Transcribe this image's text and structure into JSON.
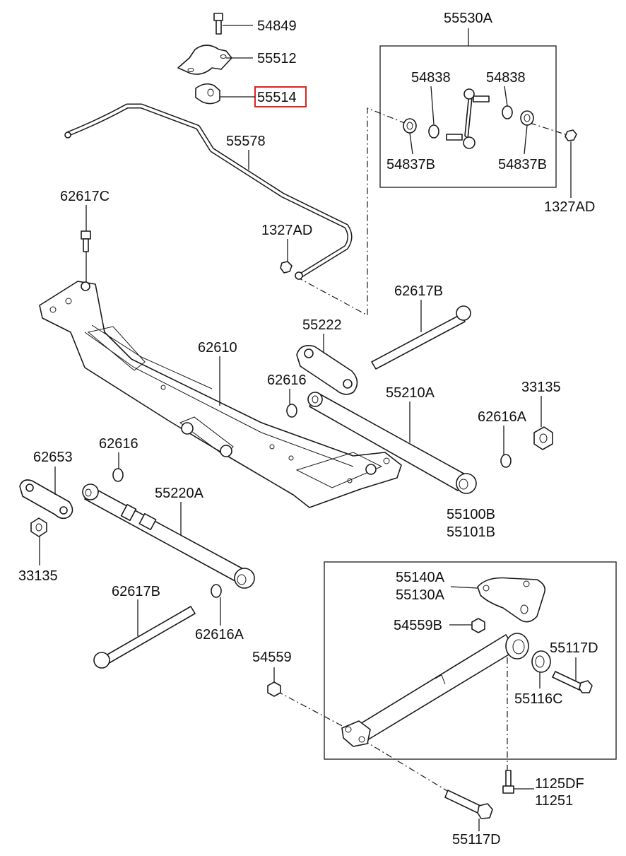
{
  "highlight_color": "#e02020",
  "labels": {
    "p54849": "54849",
    "p55512": "55512",
    "p55514": "55514",
    "p55530A": "55530A",
    "p54838_a": "54838",
    "p54838_b": "54838",
    "p54837B_a": "54837B",
    "p54837B_b": "54837B",
    "p1327AD_a": "1327AD",
    "p1327AD_b": "1327AD",
    "p55578": "55578",
    "p62617C": "62617C",
    "p62617B_a": "62617B",
    "p55222": "55222",
    "p62610": "62610",
    "p62616_a": "62616",
    "p55210A": "55210A",
    "p33135_a": "33135",
    "p62616A_a": "62616A",
    "p62653": "62653",
    "p62616_b": "62616",
    "p55220A": "55220A",
    "p33135_b": "33135",
    "p55100B": "55100B",
    "p55101B": "55101B",
    "p62617B_b": "62617B",
    "p62616A_b": "62616A",
    "p55140A": "55140A",
    "p55130A": "55130A",
    "p54559B": "54559B",
    "p54559": "54559",
    "p55117D_a": "55117D",
    "p55116C": "55116C",
    "p1125DF": "1125DF",
    "p11251": "11251",
    "p55117D_b": "55117D"
  }
}
